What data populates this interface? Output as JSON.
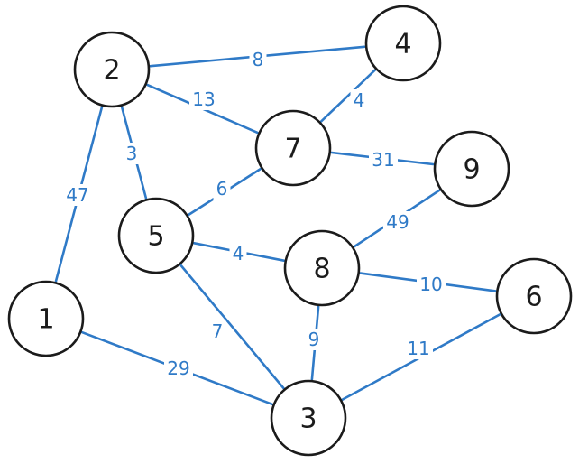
{
  "graph": {
    "edge_color": "#2f7ac7",
    "node_stroke_color": "#1b1b1b",
    "nodes": [
      "1",
      "2",
      "3",
      "4",
      "5",
      "6",
      "7",
      "8",
      "9"
    ],
    "edges": [
      {
        "from": "2",
        "to": "4",
        "weight": "8"
      },
      {
        "from": "2",
        "to": "7",
        "weight": "13"
      },
      {
        "from": "4",
        "to": "7",
        "weight": "4"
      },
      {
        "from": "2",
        "to": "5",
        "weight": "3"
      },
      {
        "from": "2",
        "to": "1",
        "weight": "47"
      },
      {
        "from": "7",
        "to": "9",
        "weight": "31"
      },
      {
        "from": "7",
        "to": "5",
        "weight": "6"
      },
      {
        "from": "9",
        "to": "8",
        "weight": "49"
      },
      {
        "from": "5",
        "to": "8",
        "weight": "4"
      },
      {
        "from": "5",
        "to": "3",
        "weight": "7"
      },
      {
        "from": "8",
        "to": "6",
        "weight": "10"
      },
      {
        "from": "8",
        "to": "3",
        "weight": "9"
      },
      {
        "from": "1",
        "to": "3",
        "weight": "29"
      },
      {
        "from": "6",
        "to": "3",
        "weight": "11"
      }
    ]
  }
}
